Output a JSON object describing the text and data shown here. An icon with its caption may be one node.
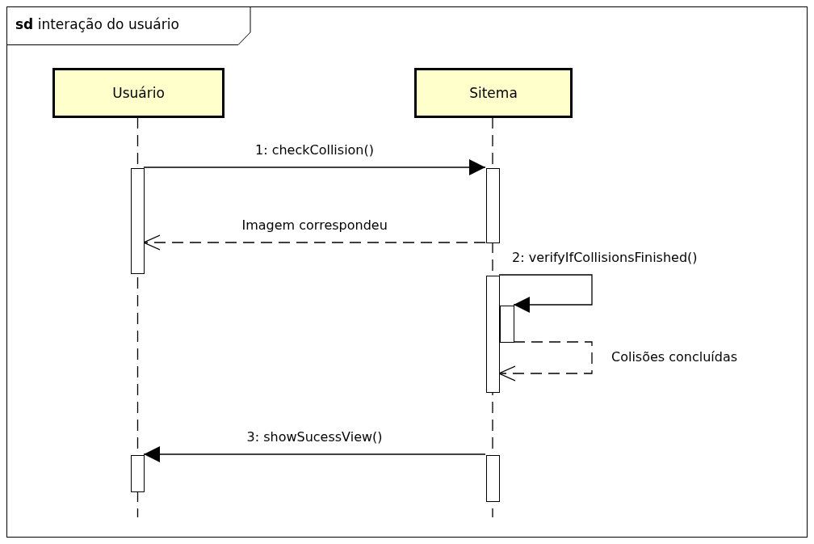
{
  "diagram": {
    "nodes": [
      {
        "text": [
          "**sd** interação do usuário"
        ]
      },
      {
        "text": [
          "Usuário"
        ],
        "in": 0
      },
      {
        "text": [
          "Sitema"
        ],
        "in": 0
      },
      {
        "text": [],
        "shape": "bar",
        "in": 0
      },
      {
        "text": [],
        "shape": "bar",
        "in": 0
      },
      {
        "text": [],
        "shape": "bar",
        "in": 0
      },
      {
        "text": [],
        "shape": "bar",
        "in": 0
      },
      {
        "text": [],
        "shape": "bar",
        "in": 0
      },
      {
        "text": [],
        "shape": "bar",
        "in": 0
      }
    ],
    "edges": [
      {
        "from": 3,
        "to": 4,
        "arrow": "to",
        "label": "1: checkCollision()"
      },
      {
        "from": 4,
        "to": 3,
        "arrow": "to",
        "style": "dashed",
        "label": "Imagem correspondeu"
      },
      {
        "from": 5,
        "to": 6,
        "arrow": "to",
        "label": "2: verifyIfCollisionsFinished()"
      },
      {
        "from": 6,
        "to": 5,
        "arrow": "to",
        "style": "dashed",
        "label": "Colisões concluídas"
      },
      {
        "from": 8,
        "to": 7,
        "arrow": "to",
        "label": "3: showSucessView()"
      }
    ]
  }
}
